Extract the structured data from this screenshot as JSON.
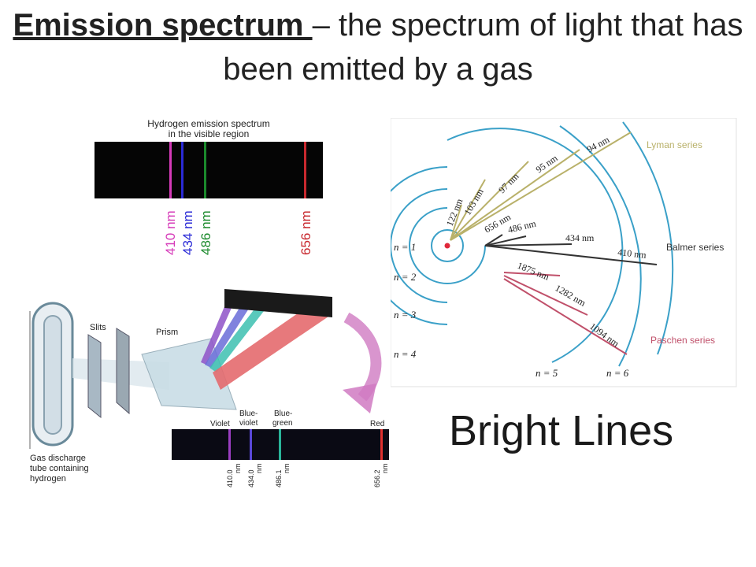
{
  "title": {
    "term": "Emission spectrum ",
    "definition": "– the spectrum of light that has been emitted by a gas"
  },
  "hydrogen_spectrum": {
    "caption_line1": "Hydrogen emission spectrum",
    "caption_line2": "in the visible region",
    "lines": [
      {
        "label": "410 nm",
        "color": "#d63ab9"
      },
      {
        "label": "434 nm",
        "color": "#2a2ad6"
      },
      {
        "label": "486 nm",
        "color": "#1b8a2c"
      },
      {
        "label": "656 nm",
        "color": "#c8282e"
      }
    ]
  },
  "apparatus": {
    "slits_label": "Slits",
    "prism_label": "Prism",
    "tube_label_1": "Gas discharge",
    "tube_label_2": "tube containing",
    "tube_label_3": "hydrogen",
    "colors": [
      {
        "name": "Violet"
      },
      {
        "name": "Blue-",
        "name2": "violet"
      },
      {
        "name": "Blue-",
        "name2": "green"
      },
      {
        "name": "Red"
      }
    ],
    "lines": [
      {
        "value": "410.0",
        "unit": "nm",
        "color": "#9b3ec2"
      },
      {
        "value": "434.0",
        "unit": "nm",
        "color": "#5a48d8"
      },
      {
        "value": "486.1",
        "unit": "nm",
        "color": "#2ab49a"
      },
      {
        "value": "656.2",
        "unit": "nm",
        "color": "#e0302e"
      }
    ]
  },
  "energy_diagram": {
    "levels": [
      "n = 1",
      "n = 2",
      "n = 3",
      "n = 4",
      "n = 5",
      "n = 6"
    ],
    "series": [
      {
        "name": "Lyman series",
        "color": "#b9b16a"
      },
      {
        "name": "Balmer series",
        "color": "#333333"
      },
      {
        "name": "Paschen series",
        "color": "#c0506a"
      }
    ],
    "lyman_lines": [
      "122 nm",
      "103 nm",
      "97 nm",
      "95 nm",
      "94 nm"
    ],
    "balmer_lines": [
      "656 nm",
      "486 nm",
      "434 nm",
      "410 nm"
    ],
    "paschen_lines": [
      "1875 nm",
      "1282 nm",
      "1094 nm"
    ]
  },
  "caption": "Bright Lines"
}
